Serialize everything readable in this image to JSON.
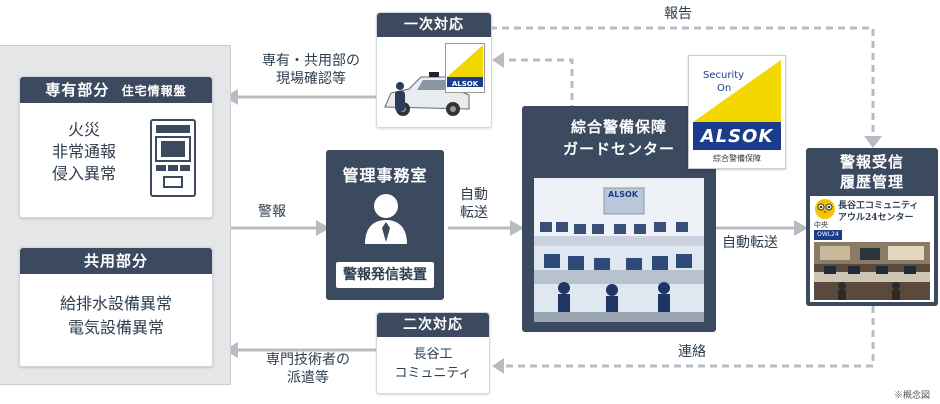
{
  "left_panel": {
    "senyu": {
      "title": "専有部分",
      "subtitle": "住宅情報盤",
      "items": [
        "火災",
        "非常通報",
        "侵入異常"
      ]
    },
    "kyoyo": {
      "title": "共用部分",
      "items": [
        "給排水設備異常",
        "電気設備異常"
      ]
    }
  },
  "kanri": {
    "title": "管理事務室",
    "device": "警報発信装置"
  },
  "ichiji": {
    "title": "一次対応",
    "sticker_brand": "ALSOK"
  },
  "niji": {
    "title": "二次対応",
    "body": [
      "長谷工",
      "コミュニティ"
    ]
  },
  "guard": {
    "title_lines": [
      "綜合警備保障",
      "ガードセンター"
    ],
    "screen_brand": "ALSOK"
  },
  "alsok_logo": {
    "line1": "Security",
    "line2": "On",
    "brand": "ALSOK",
    "caption": "綜合警備保障"
  },
  "keiho": {
    "title_lines": [
      "警報受信",
      "履歴管理"
    ],
    "owl_mark": "中央",
    "center_lines": [
      "長谷工コミュニティ",
      "アウル24センター"
    ],
    "owl_badge": "OWL24"
  },
  "labels": {
    "keiho_arrow": "警報",
    "jido_tenso_1": [
      "自動",
      "転送"
    ],
    "jido_tenso_2": "自動転送",
    "hokoku": "報告",
    "renraku": "連絡",
    "genba": [
      "専有・共用部の",
      "現場確認等"
    ],
    "haken": [
      "専門技術者の",
      "派遣等"
    ],
    "note": "※概念図"
  }
}
